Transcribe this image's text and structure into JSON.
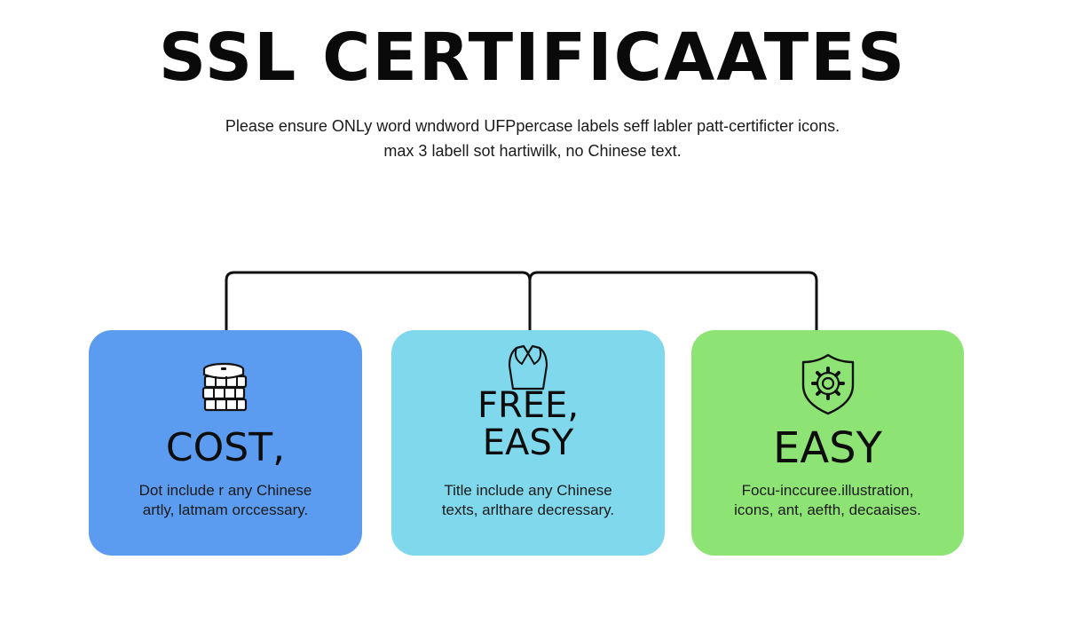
{
  "title": "SSL CERTIFICAATES",
  "subtitle": {
    "line1": "Please ensure ONLy word wndword UFPpercase labels seff labler patt-certificter icons.",
    "line2": "max 3 labell sot hartiwilk, no Chinese text."
  },
  "cards": [
    {
      "label": "COST,",
      "desc_line1": "Dot include r any Chinese",
      "desc_line2": "artly, latmam orccessary.",
      "color": "#5b9cf0",
      "icon": "coin-stack-icon"
    },
    {
      "label_line1": "FREE,",
      "label_line2": "EASY",
      "desc_line1": "Title include any Chinese",
      "desc_line2": "texts, arlthare decressary.",
      "color": "#7fd8ec",
      "icon": "badge-icon"
    },
    {
      "label": "EASY",
      "desc_line1": "Focu-inccuree.illustration,",
      "desc_line2": "icons, ant, aefth, decaaises.",
      "color": "#8de475",
      "icon": "shield-gear-icon"
    }
  ],
  "colors": {
    "background": "#ffffff",
    "connector": "#111111"
  }
}
